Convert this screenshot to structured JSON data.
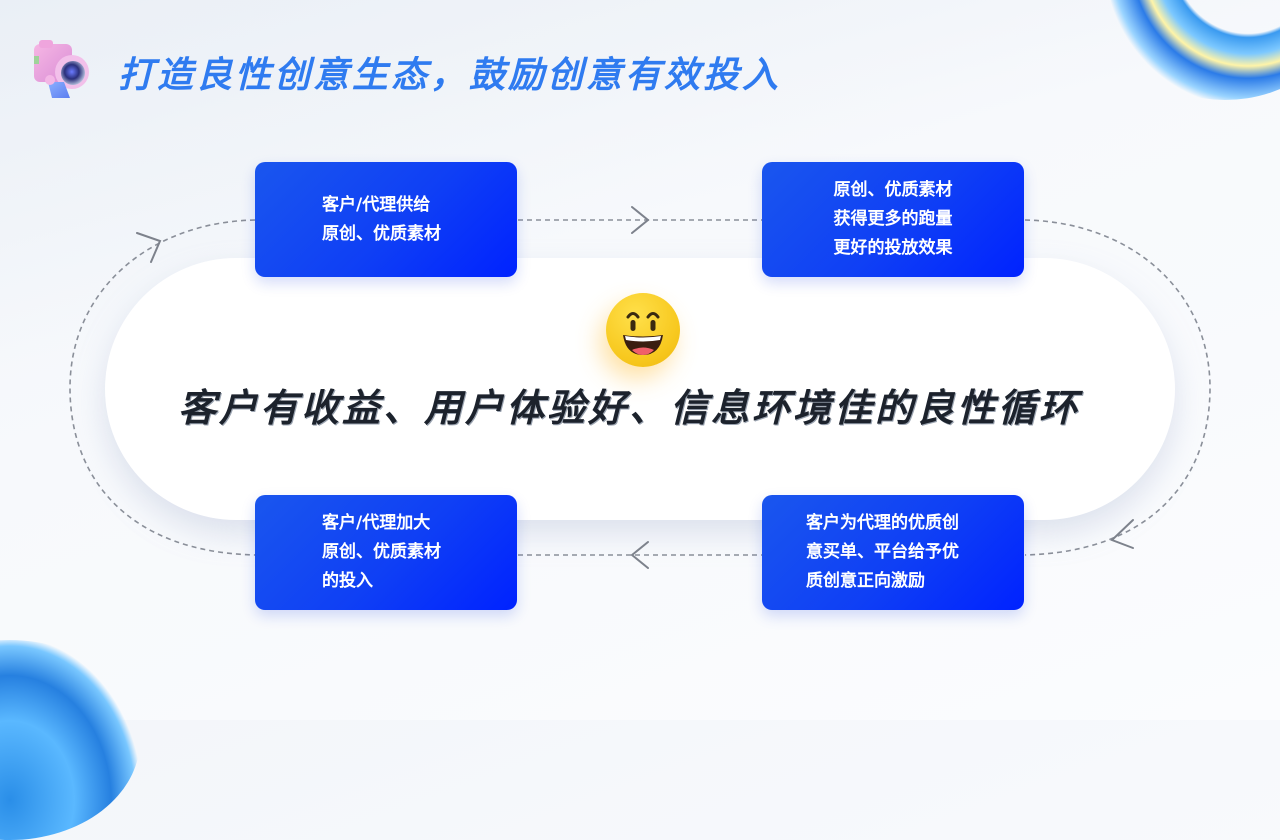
{
  "slide": {
    "title": "打造良性创意生态，鼓励创意有效投入",
    "title_color": "#2f7bf0",
    "title_icon": "camera-icon",
    "center_icon": "smiley-face-icon",
    "center_text": "客户有收益、用户体验好、信息环境佳的良性循环",
    "card_color": "#0f3ff5"
  },
  "cycle": {
    "steps": [
      {
        "position": "top-left",
        "lines": [
          "客户/代理供给",
          "原创、优质素材"
        ]
      },
      {
        "position": "top-right",
        "lines": [
          "原创、优质素材",
          "获得更多的跑量",
          "更好的投放效果"
        ]
      },
      {
        "position": "bottom-right",
        "lines": [
          "客户为代理的优质创",
          "意买单、平台给予优",
          "质创意正向激励"
        ]
      },
      {
        "position": "bottom-left",
        "lines": [
          "客户/代理加大",
          "原创、优质素材",
          "的投入"
        ]
      }
    ],
    "arrows": [
      {
        "from": "top-left",
        "to": "top-right",
        "direction": "right"
      },
      {
        "from": "top-right",
        "to": "bottom-right",
        "direction": "down-clockwise"
      },
      {
        "from": "bottom-right",
        "to": "bottom-left",
        "direction": "left"
      },
      {
        "from": "bottom-left",
        "to": "top-left",
        "direction": "up-clockwise"
      }
    ]
  }
}
